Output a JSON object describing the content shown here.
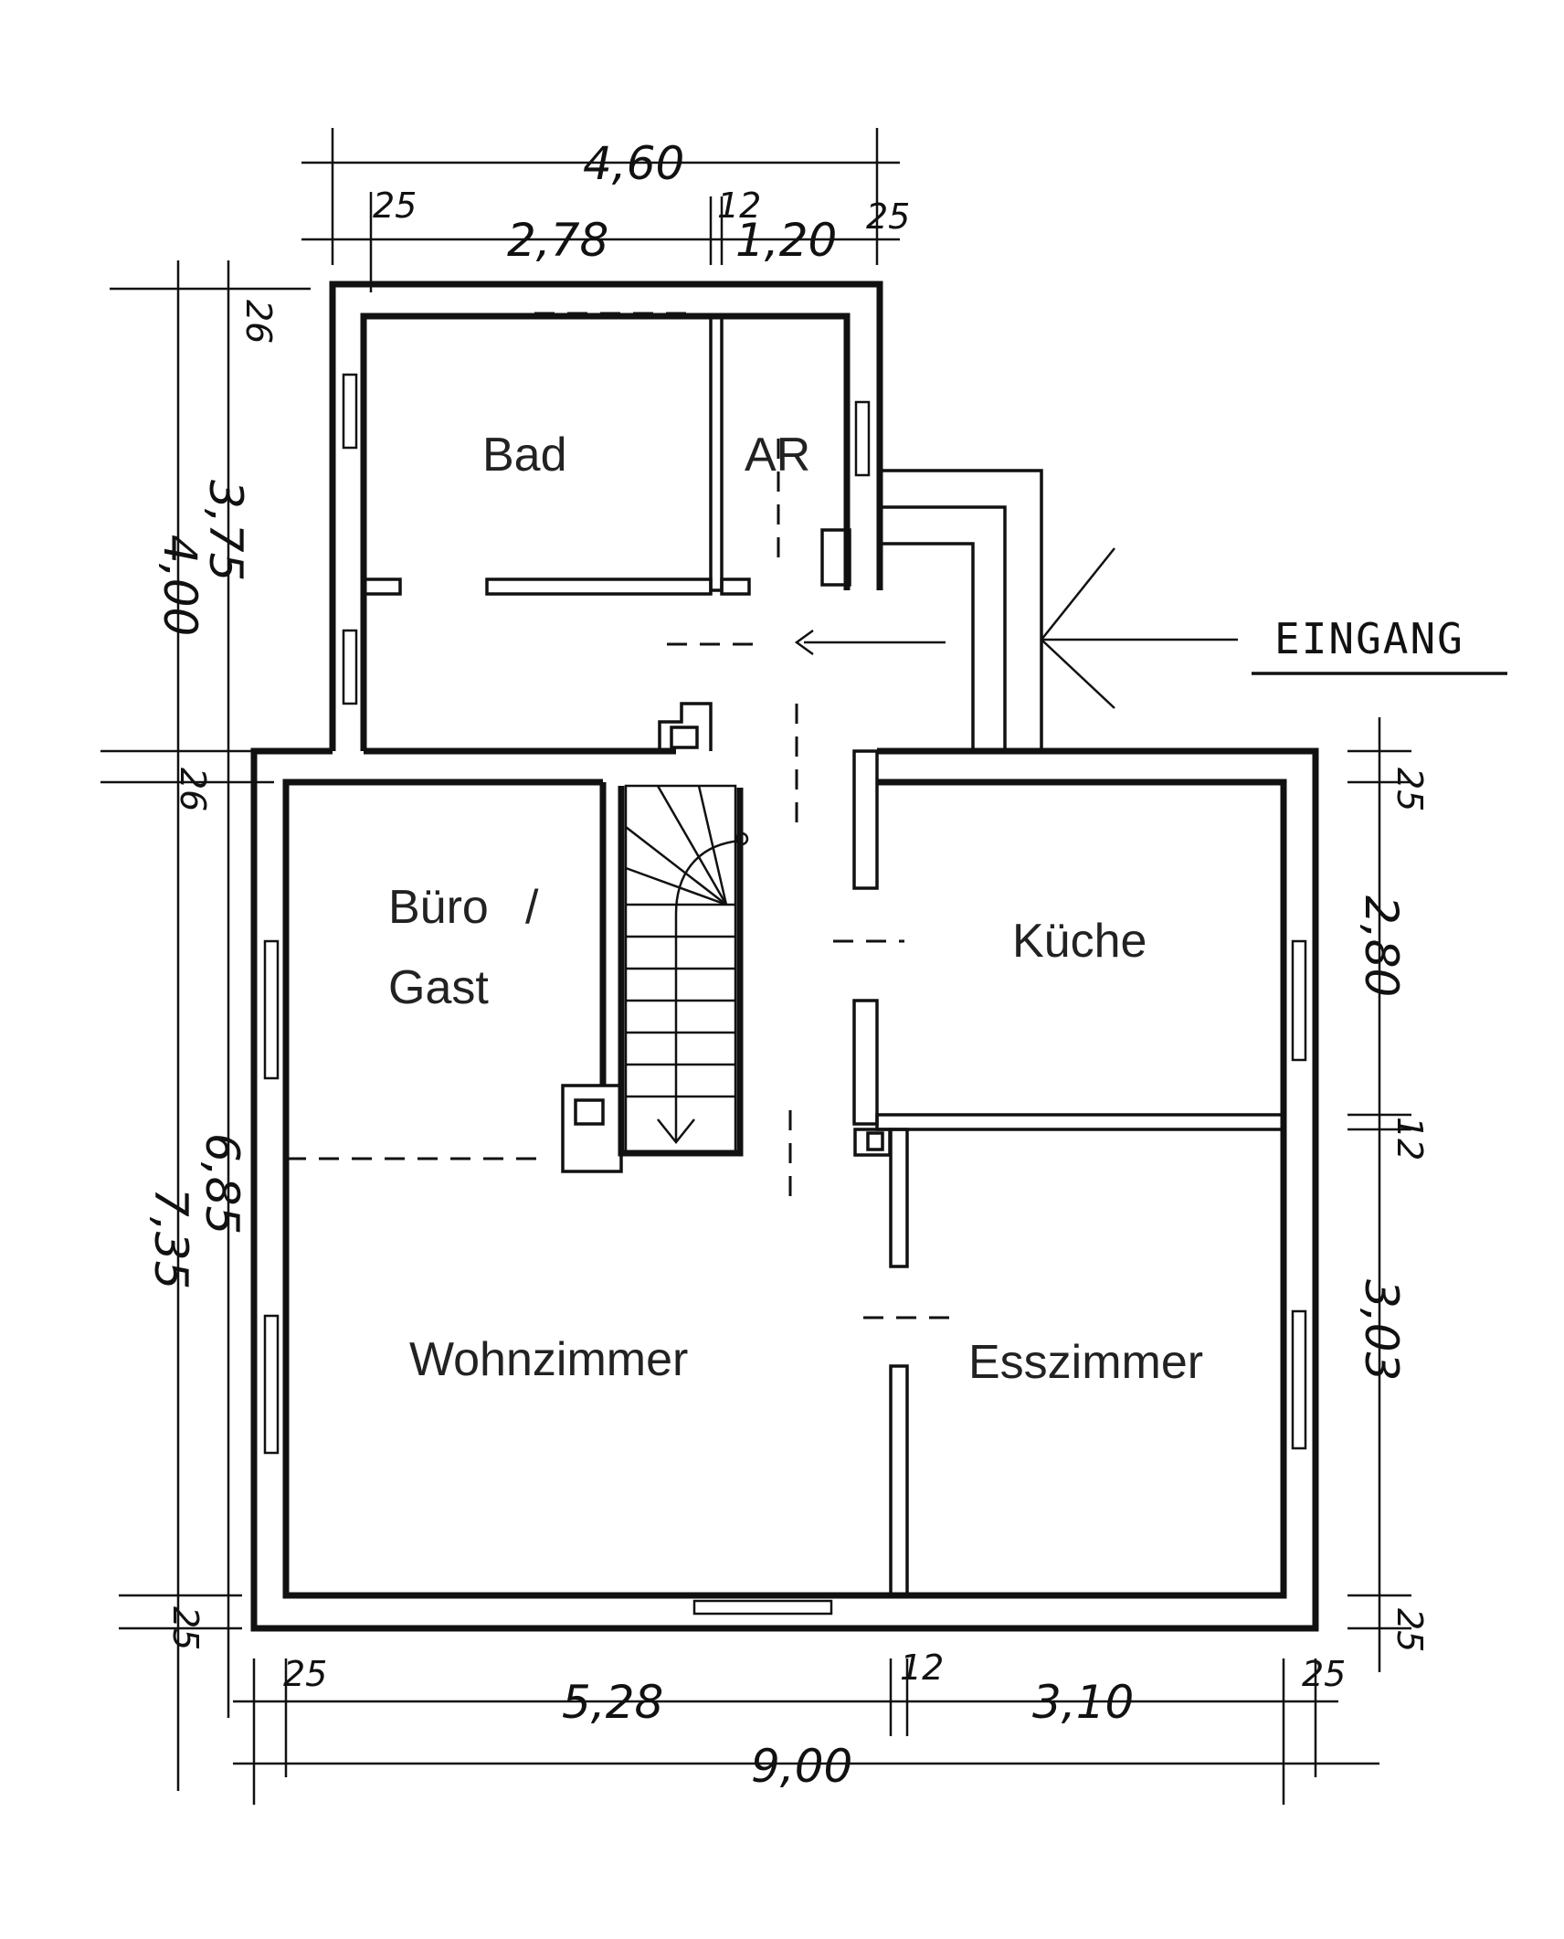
{
  "rooms": {
    "bad": "Bad",
    "ar": "AR",
    "buero_line1": "Büro",
    "buero_slash": "/",
    "buero_line2": "Gast",
    "kueche": "Küche",
    "wohnzimmer": "Wohnzimmer",
    "esszimmer": "Esszimmer"
  },
  "entrance": {
    "label": "EINGANG"
  },
  "dimensions": {
    "top_total": "4,60",
    "top_wall_left": "25",
    "top_room_bad": "2,78",
    "top_inner_wall": "12",
    "top_room_ar": "1,20",
    "top_wall_right": "25",
    "left_outer_top": "4,00",
    "left_inner_top": "3,75",
    "left_wall_top": "26",
    "left_wall_mid": "26",
    "left_outer_bottom": "7,35",
    "left_inner_bottom": "6,85",
    "left_wall_bottom": "25",
    "right_wall_top": "25",
    "right_room_kueche": "2,80",
    "right_inner_wall": "12",
    "right_room_ess": "3,03",
    "right_wall_bottom": "25",
    "bottom_wall_left": "25",
    "bottom_room_wohn": "5,28",
    "bottom_inner_wall": "12",
    "bottom_room_ess": "3,10",
    "bottom_wall_right": "25",
    "bottom_total": "9,00"
  }
}
